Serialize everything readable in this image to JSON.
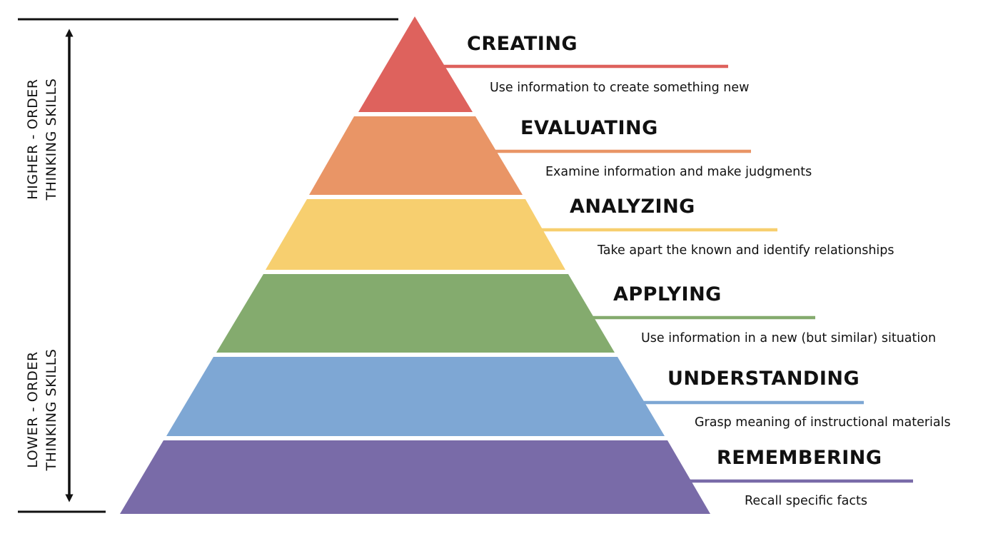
{
  "levels": [
    {
      "name": "CREATING",
      "description": "Use information to create something new",
      "color": "#de625d"
    },
    {
      "name": "EVALUATING",
      "description": "Examine information and make judgments",
      "color": "#e99566"
    },
    {
      "name": "ANALYZING",
      "description": "Take apart the known and identify relationships",
      "color": "#f7cf6f"
    },
    {
      "name": "APPLYING",
      "description": "Use information in a new (but similar) situation",
      "color": "#84ab6e"
    },
    {
      "name": "UNDERSTANDING",
      "description": "Grasp meaning of instructional materials",
      "color": "#7ea7d4"
    },
    {
      "name": "REMEMBERING",
      "description": "Recall specific facts",
      "color": "#796ba8"
    }
  ],
  "axis": {
    "higher_line1": "HIGHER - ORDER",
    "higher_line2": "THINKING SKILLS",
    "lower_line1": "LOWER - ORDER",
    "lower_line2": "THINKING SKILLS"
  }
}
